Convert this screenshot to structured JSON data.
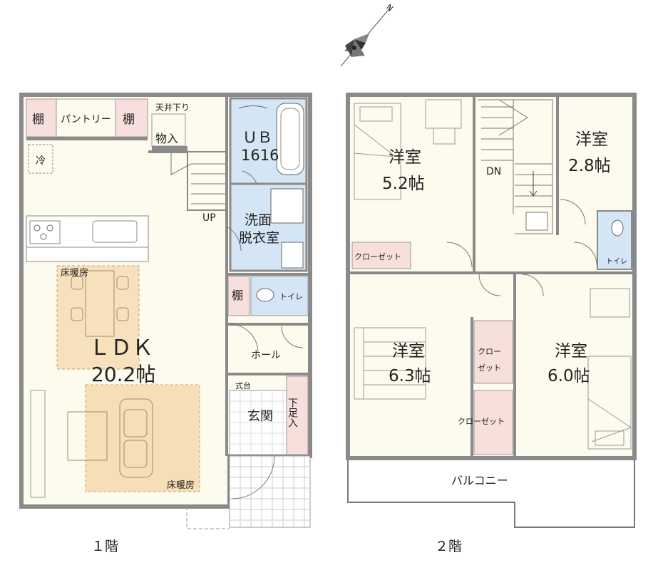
{
  "compass": {
    "north_label": "N"
  },
  "floor1": {
    "label": "１階",
    "rooms": {
      "shelf_left": "棚",
      "pantry": "パントリー",
      "shelf_right": "棚",
      "ceiling_lowered": "天井下り",
      "storage": "物入",
      "fridge": "冷",
      "ub_line1": "ＵＢ",
      "ub_line2": "1616",
      "stairs_up": "UP",
      "washroom_line1": "洗面",
      "washroom_line2": "脱衣室",
      "floor_heating_top": "床暖房",
      "shelf_mid": "棚",
      "toilet": "トイレ",
      "ldk_line1": "ＬＤＫ",
      "ldk_line2": "20.2帖",
      "hall": "ホール",
      "shikidai": "式台",
      "genkan": "玄関",
      "shoe_storage": "下足入",
      "floor_heating_bottom": "床暖房"
    }
  },
  "floor2": {
    "label": "２階",
    "rooms": {
      "room_a_line1": "洋室",
      "room_a_line2": "5.2帖",
      "stairs_down": "DN",
      "room_b_line1": "洋室",
      "room_b_line2": "2.8帖",
      "closet_a": "クローゼット",
      "toilet": "トイレ",
      "room_c_line1": "洋室",
      "room_c_line2": "6.3帖",
      "closet_b_line1": "クロー",
      "closet_b_line2": "ゼット",
      "room_d_line1": "洋室",
      "room_d_line2": "6.0帖",
      "closet_c": "クローゼット",
      "balcony": "バルコニー"
    }
  },
  "colors": {
    "wall": "#8a8a8a",
    "floor": "#fdfbee",
    "wet_area": "#d4e6f6",
    "storage": "#f7e0dc",
    "heating": "#f1c68a",
    "line": "#777777"
  }
}
